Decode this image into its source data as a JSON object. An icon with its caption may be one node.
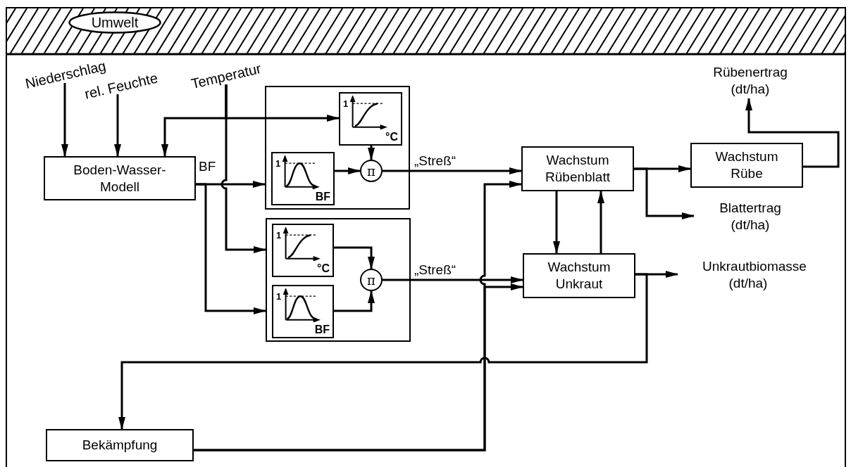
{
  "diagram": {
    "nodes": [
      {
        "text": [
          "Umwelt"
        ]
      },
      {
        "text": [
          "Niederschlag"
        ]
      },
      {
        "text": [
          "rel. Feuchte"
        ]
      },
      {
        "text": [
          "Temperatur"
        ]
      },
      {
        "text": [
          "Boden-Wasser-Modell"
        ]
      },
      {
        "text": [],
        "shape": "box"
      },
      {
        "text": [
          "1",
          "°C"
        ],
        "in": 5
      },
      {
        "text": [
          "1",
          "BF"
        ],
        "in": 5
      },
      {
        "text": [
          "π"
        ],
        "in": 5
      },
      {
        "text": [],
        "shape": "box"
      },
      {
        "text": [
          "1",
          "°C"
        ],
        "in": 9
      },
      {
        "text": [
          "π"
        ],
        "in": 9
      },
      {
        "text": [
          "1",
          "BF"
        ],
        "in": 9
      },
      {
        "text": [
          "Wachstum Rübenblatt"
        ]
      },
      {
        "text": [
          "Wachstum Rübe"
        ]
      },
      {
        "text": [
          "Rübenertrag (dt/ha)"
        ]
      },
      {
        "text": [
          "Blattertrag (dt/ha)"
        ]
      },
      {
        "text": [
          "Wachstum Unkraut"
        ]
      },
      {
        "text": [
          "Unkrautbiomasse (dt/ha)"
        ]
      },
      {
        "text": [
          "Bekämpfung"
        ]
      }
    ],
    "edges": [
      {
        "from": 1,
        "to": 4,
        "arrow": "to"
      },
      {
        "from": 2,
        "to": 4,
        "arrow": "to"
      },
      {
        "from": 3,
        "to": 4,
        "arrow": "to"
      },
      {
        "from": 3,
        "to": 6,
        "arrow": "to"
      },
      {
        "from": 3,
        "to": 9,
        "arrow": "to"
      },
      {
        "from": 4,
        "to": 5,
        "arrow": "to"
      },
      {
        "from": 4,
        "to": 9,
        "arrow": "to"
      },
      {
        "from": 6,
        "to": 8,
        "arrow": "to"
      },
      {
        "from": 7,
        "to": 8,
        "arrow": "to"
      },
      {
        "from": 10,
        "to": 11,
        "arrow": "to"
      },
      {
        "from": 12,
        "to": 11,
        "arrow": "to"
      },
      {
        "from": 8,
        "to": 13,
        "label": "„Streß“",
        "arrow": "to"
      },
      {
        "from": 11,
        "to": 17,
        "label": "„Streß“",
        "arrow": "to"
      },
      {
        "from": 13,
        "to": 14,
        "arrow": "to"
      },
      {
        "from": 13,
        "to": 16,
        "arrow": "to"
      },
      {
        "from": 14,
        "to": 15,
        "arrow": "to"
      },
      {
        "from": 13,
        "to": 17,
        "arrow": "to"
      },
      {
        "from": 17,
        "to": 13,
        "arrow": "to"
      },
      {
        "from": 17,
        "to": 18,
        "arrow": "to"
      },
      {
        "from": 17,
        "to": 19,
        "arrow": "to"
      },
      {
        "from": 19,
        "to": 13,
        "arrow": "to"
      },
      {
        "from": 19,
        "to": 17,
        "arrow": "to"
      }
    ],
    "labels": [
      "BF"
    ]
  }
}
